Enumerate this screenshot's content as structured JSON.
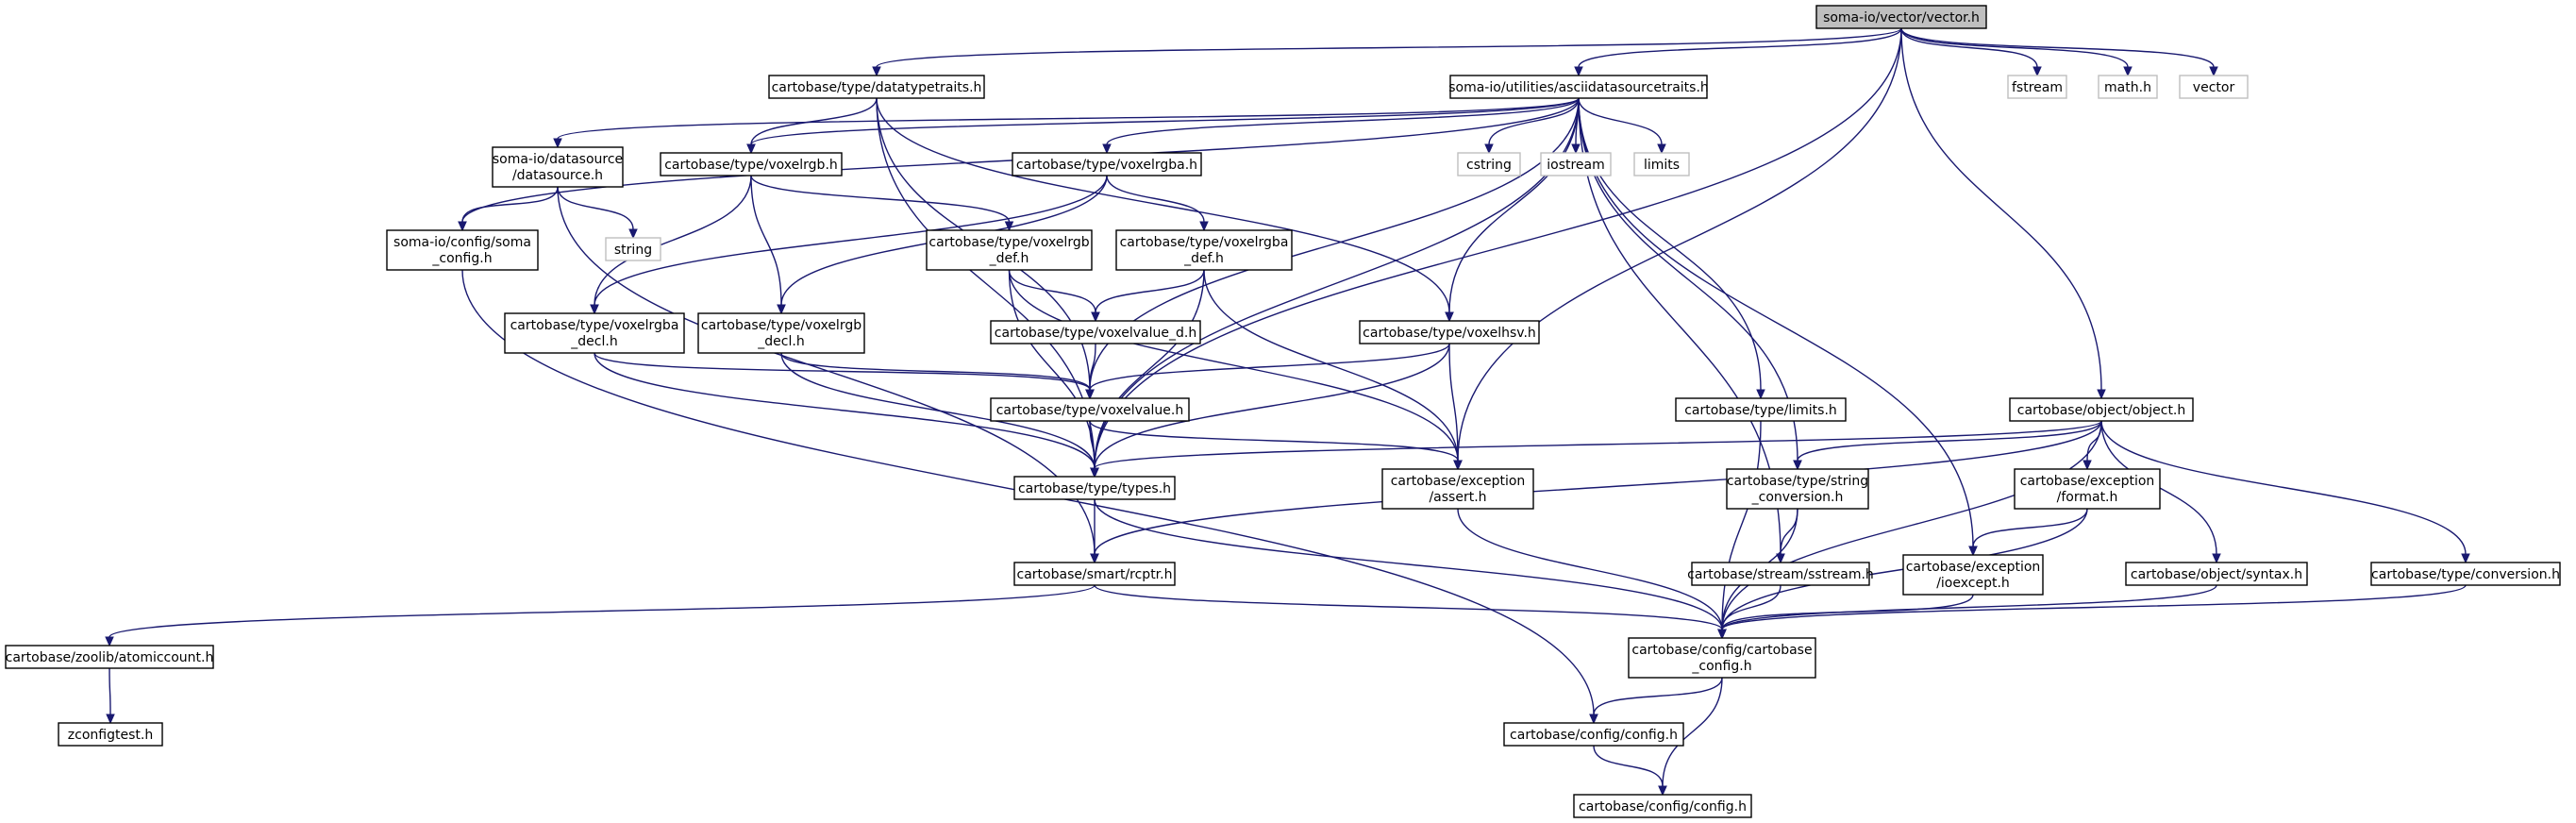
{
  "colors": {
    "edge": "#191970",
    "root_fill": "#bfbfbf",
    "node_border": "#000000",
    "external_border": "#bfbfbf"
  },
  "nodes": [
    {
      "id": "root",
      "lines": [
        "soma-io/vector/vector.h"
      ],
      "kind": "root"
    },
    {
      "id": "datatypetraits",
      "lines": [
        "cartobase/type/datatypetraits.h"
      ],
      "kind": "normal"
    },
    {
      "id": "asciidst",
      "lines": [
        "soma-io/utilities/asciidatasourcetraits.h"
      ],
      "kind": "normal"
    },
    {
      "id": "fstream",
      "lines": [
        "fstream"
      ],
      "kind": "external"
    },
    {
      "id": "math",
      "lines": [
        "math.h"
      ],
      "kind": "external"
    },
    {
      "id": "vector",
      "lines": [
        "vector"
      ],
      "kind": "external"
    },
    {
      "id": "datasource",
      "lines": [
        "soma-io/datasource",
        "/datasource.h"
      ],
      "kind": "normal"
    },
    {
      "id": "voxelrgb",
      "lines": [
        "cartobase/type/voxelrgb.h"
      ],
      "kind": "normal"
    },
    {
      "id": "voxelrgba",
      "lines": [
        "cartobase/type/voxelrgba.h"
      ],
      "kind": "normal"
    },
    {
      "id": "cstring",
      "lines": [
        "cstring"
      ],
      "kind": "external"
    },
    {
      "id": "iostream",
      "lines": [
        "iostream"
      ],
      "kind": "external"
    },
    {
      "id": "limits",
      "lines": [
        "limits"
      ],
      "kind": "external"
    },
    {
      "id": "string",
      "lines": [
        "string"
      ],
      "kind": "external"
    },
    {
      "id": "somaconfig",
      "lines": [
        "soma-io/config/soma",
        "_config.h"
      ],
      "kind": "normal"
    },
    {
      "id": "voxelrgb_def",
      "lines": [
        "cartobase/type/voxelrgb",
        "_def.h"
      ],
      "kind": "normal"
    },
    {
      "id": "voxelrgba_def",
      "lines": [
        "cartobase/type/voxelrgba",
        "_def.h"
      ],
      "kind": "normal"
    },
    {
      "id": "voxelrgba_decl",
      "lines": [
        "cartobase/type/voxelrgba",
        "_decl.h"
      ],
      "kind": "normal"
    },
    {
      "id": "voxelrgb_decl",
      "lines": [
        "cartobase/type/voxelrgb",
        "_decl.h"
      ],
      "kind": "normal"
    },
    {
      "id": "voxelvalue_d",
      "lines": [
        "cartobase/type/voxelvalue_d.h"
      ],
      "kind": "normal"
    },
    {
      "id": "voxelhsv",
      "lines": [
        "cartobase/type/voxelhsv.h"
      ],
      "kind": "normal"
    },
    {
      "id": "voxelvalue",
      "lines": [
        "cartobase/type/voxelvalue.h"
      ],
      "kind": "normal"
    },
    {
      "id": "limits_h",
      "lines": [
        "cartobase/type/limits.h"
      ],
      "kind": "normal"
    },
    {
      "id": "object",
      "lines": [
        "cartobase/object/object.h"
      ],
      "kind": "normal"
    },
    {
      "id": "types",
      "lines": [
        "cartobase/type/types.h"
      ],
      "kind": "normal"
    },
    {
      "id": "assert",
      "lines": [
        "cartobase/exception",
        "/assert.h"
      ],
      "kind": "normal"
    },
    {
      "id": "string_conv",
      "lines": [
        "cartobase/type/string",
        "_conversion.h"
      ],
      "kind": "normal"
    },
    {
      "id": "format",
      "lines": [
        "cartobase/exception",
        "/format.h"
      ],
      "kind": "normal"
    },
    {
      "id": "rcptr",
      "lines": [
        "cartobase/smart/rcptr.h"
      ],
      "kind": "normal"
    },
    {
      "id": "sstream",
      "lines": [
        "cartobase/stream/sstream.h"
      ],
      "kind": "normal"
    },
    {
      "id": "ioexcept",
      "lines": [
        "cartobase/exception",
        "/ioexcept.h"
      ],
      "kind": "normal"
    },
    {
      "id": "syntax",
      "lines": [
        "cartobase/object/syntax.h"
      ],
      "kind": "normal"
    },
    {
      "id": "conversion",
      "lines": [
        "cartobase/type/conversion.h"
      ],
      "kind": "normal"
    },
    {
      "id": "atomiccount",
      "lines": [
        "cartobase/zoolib/atomiccount.h"
      ],
      "kind": "normal"
    },
    {
      "id": "cartobase_config",
      "lines": [
        "cartobase/config/cartobase",
        "_config.h"
      ],
      "kind": "normal"
    },
    {
      "id": "zconfigtest",
      "lines": [
        "zconfigtest.h"
      ],
      "kind": "normal"
    },
    {
      "id": "config_h",
      "lines": [
        "cartobase/config/config.h"
      ],
      "kind": "normal"
    },
    {
      "id": "config_h2",
      "lines": [
        "cartobase/config/config.h"
      ],
      "kind": "normal"
    }
  ],
  "edges": [
    [
      "root",
      "datatypetraits"
    ],
    [
      "root",
      "asciidst"
    ],
    [
      "root",
      "fstream"
    ],
    [
      "root",
      "math"
    ],
    [
      "root",
      "vector"
    ],
    [
      "root",
      "types"
    ],
    [
      "root",
      "assert"
    ],
    [
      "root",
      "object"
    ],
    [
      "datatypetraits",
      "voxelrgb"
    ],
    [
      "datatypetraits",
      "voxelvalue"
    ],
    [
      "datatypetraits",
      "voxelhsv"
    ],
    [
      "datatypetraits",
      "types"
    ],
    [
      "asciidst",
      "datasource"
    ],
    [
      "asciidst",
      "voxelrgb"
    ],
    [
      "asciidst",
      "voxelrgba"
    ],
    [
      "asciidst",
      "cstring"
    ],
    [
      "asciidst",
      "iostream"
    ],
    [
      "asciidst",
      "limits"
    ],
    [
      "asciidst",
      "somaconfig"
    ],
    [
      "asciidst",
      "voxelhsv"
    ],
    [
      "asciidst",
      "voxelvalue"
    ],
    [
      "asciidst",
      "types"
    ],
    [
      "asciidst",
      "limits_h"
    ],
    [
      "asciidst",
      "string_conv"
    ],
    [
      "asciidst",
      "sstream"
    ],
    [
      "asciidst",
      "ioexcept"
    ],
    [
      "datasource",
      "somaconfig"
    ],
    [
      "datasource",
      "string"
    ],
    [
      "datasource",
      "rcptr"
    ],
    [
      "somaconfig",
      "config_h"
    ],
    [
      "voxelrgb",
      "voxelrgb_def"
    ],
    [
      "voxelrgb",
      "voxelrgba_decl"
    ],
    [
      "voxelrgb",
      "voxelrgb_decl"
    ],
    [
      "voxelrgba",
      "voxelrgba_def"
    ],
    [
      "voxelrgba",
      "voxelrgba_decl"
    ],
    [
      "voxelrgba",
      "voxelrgb_decl"
    ],
    [
      "voxelrgb_def",
      "voxelvalue_d"
    ],
    [
      "voxelrgb_def",
      "types"
    ],
    [
      "voxelrgb_def",
      "assert"
    ],
    [
      "voxelrgba_def",
      "voxelvalue_d"
    ],
    [
      "voxelrgba_def",
      "types"
    ],
    [
      "voxelrgba_def",
      "assert"
    ],
    [
      "voxelrgba_decl",
      "voxelvalue"
    ],
    [
      "voxelrgba_decl",
      "types"
    ],
    [
      "voxelrgb_decl",
      "voxelvalue"
    ],
    [
      "voxelrgb_decl",
      "types"
    ],
    [
      "voxelvalue_d",
      "voxelvalue"
    ],
    [
      "voxelhsv",
      "voxelvalue"
    ],
    [
      "voxelhsv",
      "types"
    ],
    [
      "voxelhsv",
      "assert"
    ],
    [
      "voxelvalue",
      "types"
    ],
    [
      "voxelvalue",
      "assert"
    ],
    [
      "limits_h",
      "cartobase_config"
    ],
    [
      "object",
      "types"
    ],
    [
      "object",
      "string_conv"
    ],
    [
      "object",
      "format"
    ],
    [
      "object",
      "rcptr"
    ],
    [
      "object",
      "syntax"
    ],
    [
      "object",
      "conversion"
    ],
    [
      "object",
      "cartobase_config"
    ],
    [
      "types",
      "rcptr"
    ],
    [
      "types",
      "cartobase_config"
    ],
    [
      "assert",
      "cartobase_config"
    ],
    [
      "string_conv",
      "sstream"
    ],
    [
      "string_conv",
      "cartobase_config"
    ],
    [
      "format",
      "ioexcept"
    ],
    [
      "format",
      "cartobase_config"
    ],
    [
      "rcptr",
      "atomiccount"
    ],
    [
      "rcptr",
      "cartobase_config"
    ],
    [
      "sstream",
      "cartobase_config"
    ],
    [
      "ioexcept",
      "cartobase_config"
    ],
    [
      "syntax",
      "cartobase_config"
    ],
    [
      "conversion",
      "cartobase_config"
    ],
    [
      "atomiccount",
      "zconfigtest"
    ],
    [
      "cartobase_config",
      "config_h"
    ],
    [
      "cartobase_config",
      "config_h2"
    ],
    [
      "config_h",
      "config_h2"
    ]
  ]
}
